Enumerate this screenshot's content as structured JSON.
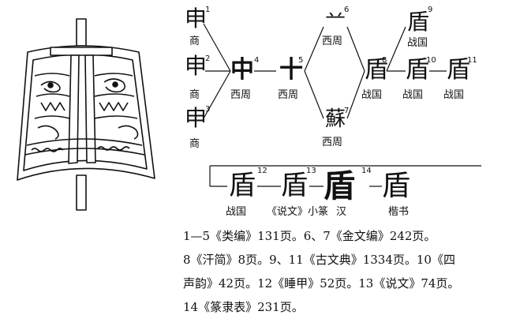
{
  "illustration": {
    "name": "shield-illustration",
    "colors": {
      "line": "#111111",
      "fill": "#ffffff"
    }
  },
  "nodes": [
    {
      "id": 1,
      "glyph": "申",
      "era": "商"
    },
    {
      "id": 2,
      "glyph": "申",
      "era": "商"
    },
    {
      "id": 3,
      "glyph": "申",
      "era": "商"
    },
    {
      "id": 4,
      "glyph": "中",
      "era": "西周"
    },
    {
      "id": 5,
      "glyph": "十",
      "era": "西周"
    },
    {
      "id": 6,
      "glyph": "䒑",
      "era": "西周"
    },
    {
      "id": 7,
      "glyph": "蘇",
      "era": "西周"
    },
    {
      "id": 8,
      "glyph": "盾",
      "era": "战国"
    },
    {
      "id": 9,
      "glyph": "盾",
      "era": "战国"
    },
    {
      "id": 10,
      "glyph": "盾",
      "era": "战国"
    },
    {
      "id": 11,
      "glyph": "盾",
      "era": "战国"
    },
    {
      "id": 12,
      "glyph": "盾",
      "era": "战国"
    },
    {
      "id": 13,
      "glyph": "盾",
      "era": "《说文》小篆"
    },
    {
      "id": 14,
      "glyph": "盾",
      "era": "汉"
    },
    {
      "id": 15,
      "glyph": "盾",
      "era": "楷书"
    }
  ],
  "sources": [
    "1—5《类编》131页。6、7《金文编》242页。",
    "8《汗简》8页。9、11《古文典》1334页。10《四",
    "声韵》42页。12《睡甲》52页。13《说文》74页。",
    "14《篆隶表》231页。"
  ]
}
